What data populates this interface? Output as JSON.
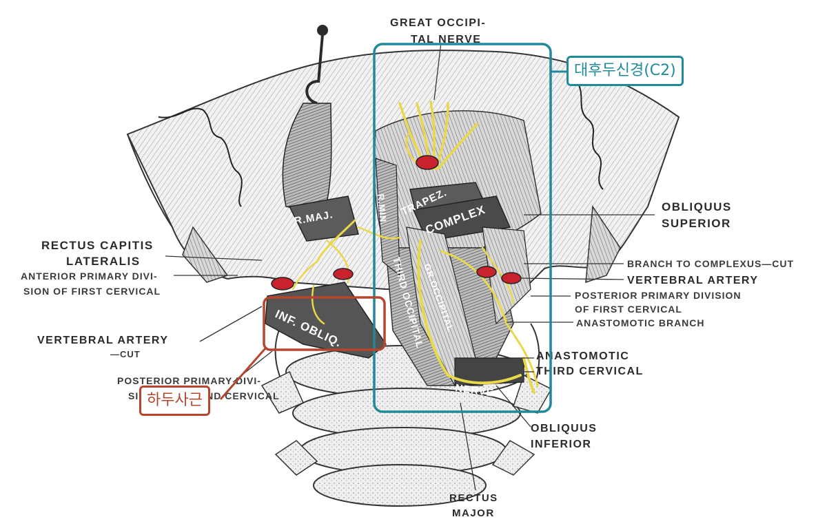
{
  "labels": {
    "great_occipital_1": "GREAT OCCIPI-",
    "great_occipital_2": "TAL NERVE",
    "obliquus_superior_1": "OBLIQUUS",
    "obliquus_superior_2": "SUPERIOR",
    "rectus_lateralis_1": "RECTUS CAPITIS",
    "rectus_lateralis_2": "LATERALIS",
    "anterior_primary_1": "ANTERIOR PRIMARY DIVI-",
    "anterior_primary_2": "SION OF FIRST CERVICAL",
    "branch_complexus": "BRANCH TO COMPLEXUS—CUT",
    "vertebral_artery_right": "VERTEBRAL ARTERY",
    "posterior_primary_right_1": "POSTERIOR PRIMARY DIVISION",
    "posterior_primary_right_2": "OF FIRST CERVICAL",
    "anastomotic_branch": "ANASTOMOTIC BRANCH",
    "vertebral_artery_left": "VERTEBRAL ARTERY",
    "vertebral_cut": "—CUT",
    "anastomotic": "ANASTOMOTIC",
    "third_cervical": "THIRD CERVICAL",
    "posterior_primary_left_1": "POSTERIOR PRIMARY DIVI-",
    "posterior_primary_left_2": "SION OF SECOND CERVICAL",
    "obliquus_inferior_1": "OBLIQUUS",
    "obliquus_inferior_2": "INFERIOR",
    "rectus_major_1": "RECTUS",
    "rectus_major_2": "MAJOR",
    "in_rmaj": "R.MAJ.",
    "in_trapez": "TRAPEZ.",
    "in_complex": "COMPLEX",
    "in_inf_obliq": "INF. OBLIQ.",
    "in_gr_occipital": "GR.OCCIPITAL",
    "in_third_occipital": "THIRD OCCIPITAL",
    "in_nerve": "NERVE",
    "in_r_min": "R.MIN."
  },
  "annotations": {
    "great_occipital_callout": "대후두신경(C2)",
    "inferior_oblique_callout": "하두사근"
  },
  "colors": {
    "teal": "#1f8a9a",
    "rust": "#b5452c",
    "nerve": "#e9d84a",
    "artery": "#c8232c"
  }
}
